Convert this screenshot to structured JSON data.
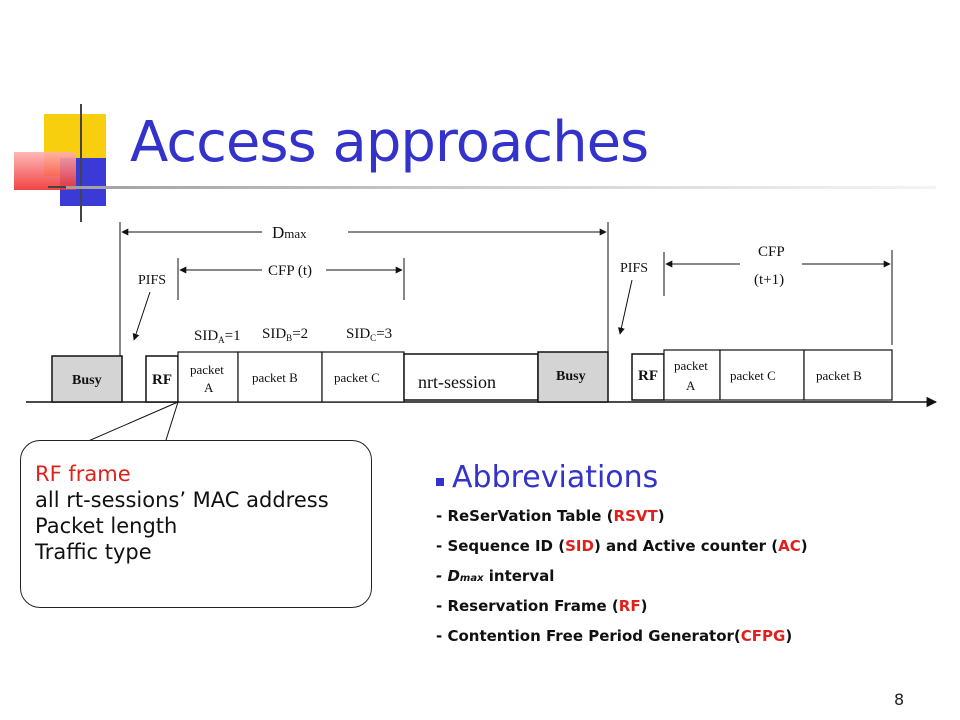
{
  "slide": {
    "title": "Access approaches",
    "page_number": "8"
  },
  "diagram": {
    "dmax_label": "D",
    "dmax_sub": "max",
    "pifs_label": "PIFS",
    "cfp_t_label": "CFP (t)",
    "cfp_t1_label_1": "CFP",
    "cfp_t1_label_2": "(t+1)",
    "sid_a": "SIDA=1",
    "sid_b": "SIDB=2",
    "sid_c": "SIDC=3",
    "busy_label": "Busy",
    "rf_label": "RF",
    "packet_a_1": "packet",
    "packet_a_2": "A",
    "packet_b": "packet B",
    "packet_c": "packet C",
    "nrt_session": "nrt-session"
  },
  "callout": {
    "line1": "RF frame",
    "line2": "all rt-sessions’ MAC address",
    "line3": "Packet length",
    "line4": "Traffic type"
  },
  "abbreviations": {
    "heading": "Abbreviations",
    "r1_pre": "- ReSerVation Table (",
    "r1_red": "RSVT",
    "r1_post": ")",
    "r2_pre": "- Sequence ID (",
    "r2_red1": "SID",
    "r2_mid": ") and Active counter (",
    "r2_red2": "AC",
    "r2_post": ")",
    "r3_pre": "- D",
    "r3_sub": "max",
    "r3_post": " interval",
    "r4_pre": "- Reservation Frame (",
    "r4_red": "RF",
    "r4_post": ")",
    "r5_pre": "- Contention Free Period Generator(",
    "r5_red": "CFPG",
    "r5_post": ")"
  },
  "colors": {
    "title_blue": "#3333cc",
    "accent_red": "#e0201c",
    "deco_yellow": "#f7cf0e",
    "deco_blue": "#3a3ad6",
    "deco_red": "#f05050"
  }
}
